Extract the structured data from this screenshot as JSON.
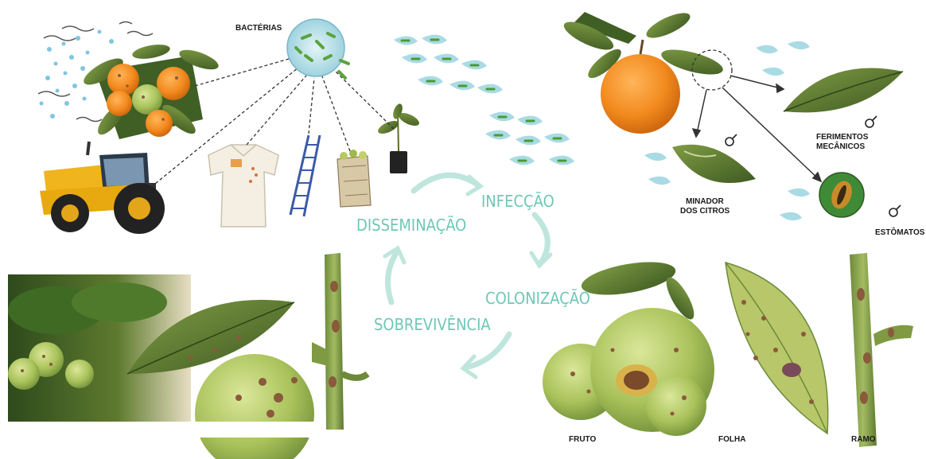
{
  "labels": {
    "bacteria": "BACTÉRIAS",
    "wounds_line1": "FERIMENTOS",
    "wounds_line2": "MECÂNICOS",
    "leafminer_line1": "MINADOR",
    "leafminer_line2": "DOS CITROS",
    "stomata": "ESTÔMATOS",
    "fruit": "FRUTO",
    "leaf": "FOLHA",
    "branch": "RAMO"
  },
  "cycle": {
    "dissemination": "DISSEMINAÇÃO",
    "infection": "INFECÇÃO",
    "colonization": "COLONIZAÇÃO",
    "survival": "SOBREVIVÊNCIA"
  },
  "colors": {
    "cycle_text": "#6fc7b6",
    "cycle_arrow": "#bfe6dc",
    "droplet": "#a9dbe4",
    "bacterium": "#5aa33a",
    "orange": "#f08a1c",
    "leaf_dark": "#4f6b2a",
    "lesion": "#8a5a3c"
  }
}
